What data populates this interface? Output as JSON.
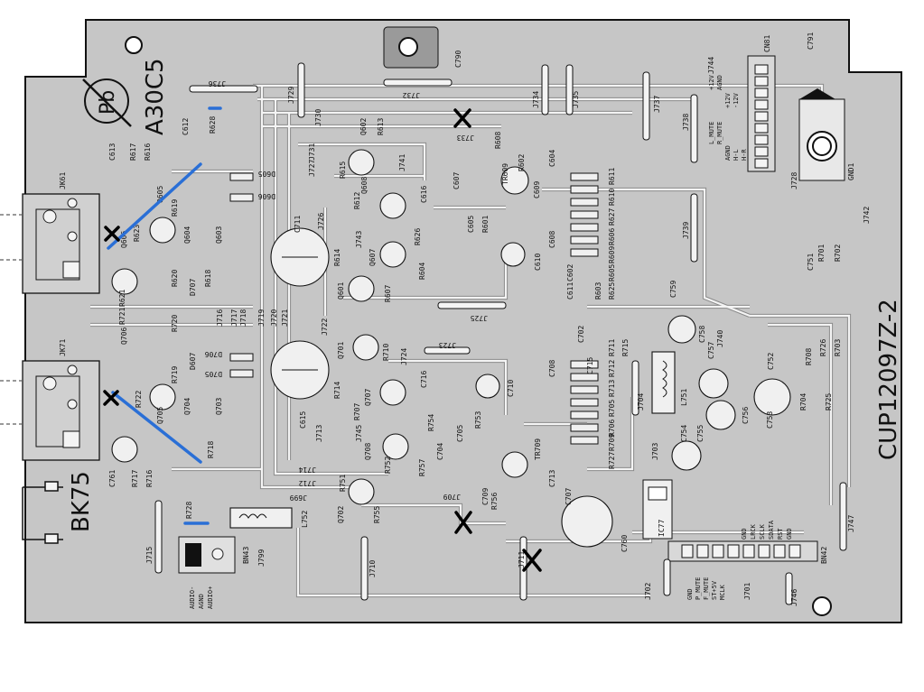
{
  "board": {
    "part_number": "CUP12097Z-2",
    "revision_mark": "A30C5",
    "lead_mark": "Pb",
    "board_name": "BK75",
    "colors": {
      "board": "#c6c6c6",
      "trace": "#f4f4f4",
      "annotation_blue": "#2a6fd6",
      "annotation_x": "#000000"
    }
  },
  "connectors": {
    "jk61": "JK61",
    "jk71": "JK71",
    "cn81": "CN81",
    "bn42": "BN42",
    "bn43": "BN43",
    "gnd1": "GND1",
    "cn81_pins": [
      "H-R",
      "H-L",
      "AGND",
      "R_MUTE",
      "L_MUTE",
      "-12V",
      "+12V",
      "AGND",
      "+12V"
    ],
    "bn42_pins": [
      "GND",
      "LRCK",
      "SCLK",
      "SDATA",
      "RST",
      "GND"
    ],
    "bn42_pins_lower": [
      "GND",
      "P_MUTE",
      "F_MUTE",
      "ST+5V",
      "MCLK"
    ],
    "bn43_pins": [
      "AUDIO-",
      "AGND",
      "AUDIO+"
    ]
  },
  "ics": {
    "ic77": "IC77"
  },
  "jumpers": [
    "J736",
    "J729",
    "J730",
    "J732",
    "J733",
    "J734",
    "J735",
    "J737",
    "J738",
    "J744",
    "J731",
    "J727",
    "J741",
    "J726",
    "J743",
    "J716",
    "J717",
    "J718",
    "J719",
    "J720",
    "J721",
    "J722",
    "J725",
    "J724",
    "J723",
    "J713",
    "J745",
    "J714",
    "J712",
    "J699",
    "J709",
    "J710",
    "J711",
    "J715",
    "J799",
    "J702",
    "J701",
    "J746",
    "J703",
    "J704",
    "J740",
    "J739",
    "J728",
    "J742",
    "J747"
  ],
  "resistors": [
    "R628",
    "R617",
    "R616",
    "R619",
    "R623",
    "R618",
    "R620",
    "R621",
    "R720",
    "R721",
    "R719",
    "R722",
    "R718",
    "R717",
    "R716",
    "R728",
    "R613",
    "R615",
    "R612",
    "R614",
    "R611",
    "R610",
    "R627",
    "R606",
    "R609",
    "R605",
    "R625",
    "R603",
    "R604",
    "R607",
    "R626",
    "R608",
    "R602",
    "R601",
    "R710",
    "R714",
    "R707",
    "R711",
    "R715",
    "R712",
    "R713",
    "R705",
    "R706",
    "R709",
    "R727",
    "R701",
    "R702",
    "R708",
    "R726",
    "R703",
    "R704",
    "R725",
    "R752",
    "R751",
    "R757",
    "R755",
    "R753",
    "R756",
    "R754"
  ],
  "capacitors": [
    "C612",
    "C613",
    "C711",
    "C616",
    "C607",
    "C604",
    "C609",
    "C605",
    "C608",
    "C610",
    "C615",
    "C602",
    "C611",
    "C716",
    "C710",
    "C702",
    "C708",
    "C715",
    "C705",
    "C707",
    "C704",
    "C709",
    "C713",
    "C761",
    "C760",
    "C790",
    "C791",
    "C751",
    "C759",
    "C758",
    "C757",
    "C752",
    "C756",
    "C755",
    "C753",
    "C754"
  ],
  "transistors": [
    "Q605",
    "Q604",
    "Q603",
    "Q606",
    "Q602",
    "Q608",
    "Q607",
    "Q601",
    "Q701",
    "Q707",
    "Q708",
    "Q702",
    "Q705",
    "Q704",
    "Q703",
    "Q706"
  ],
  "diodes": [
    "D605",
    "D606",
    "D707",
    "D607",
    "D706",
    "D705"
  ],
  "inductors": [
    "L752",
    "L751"
  ],
  "trimmers": [
    "TR609",
    "TR709"
  ]
}
